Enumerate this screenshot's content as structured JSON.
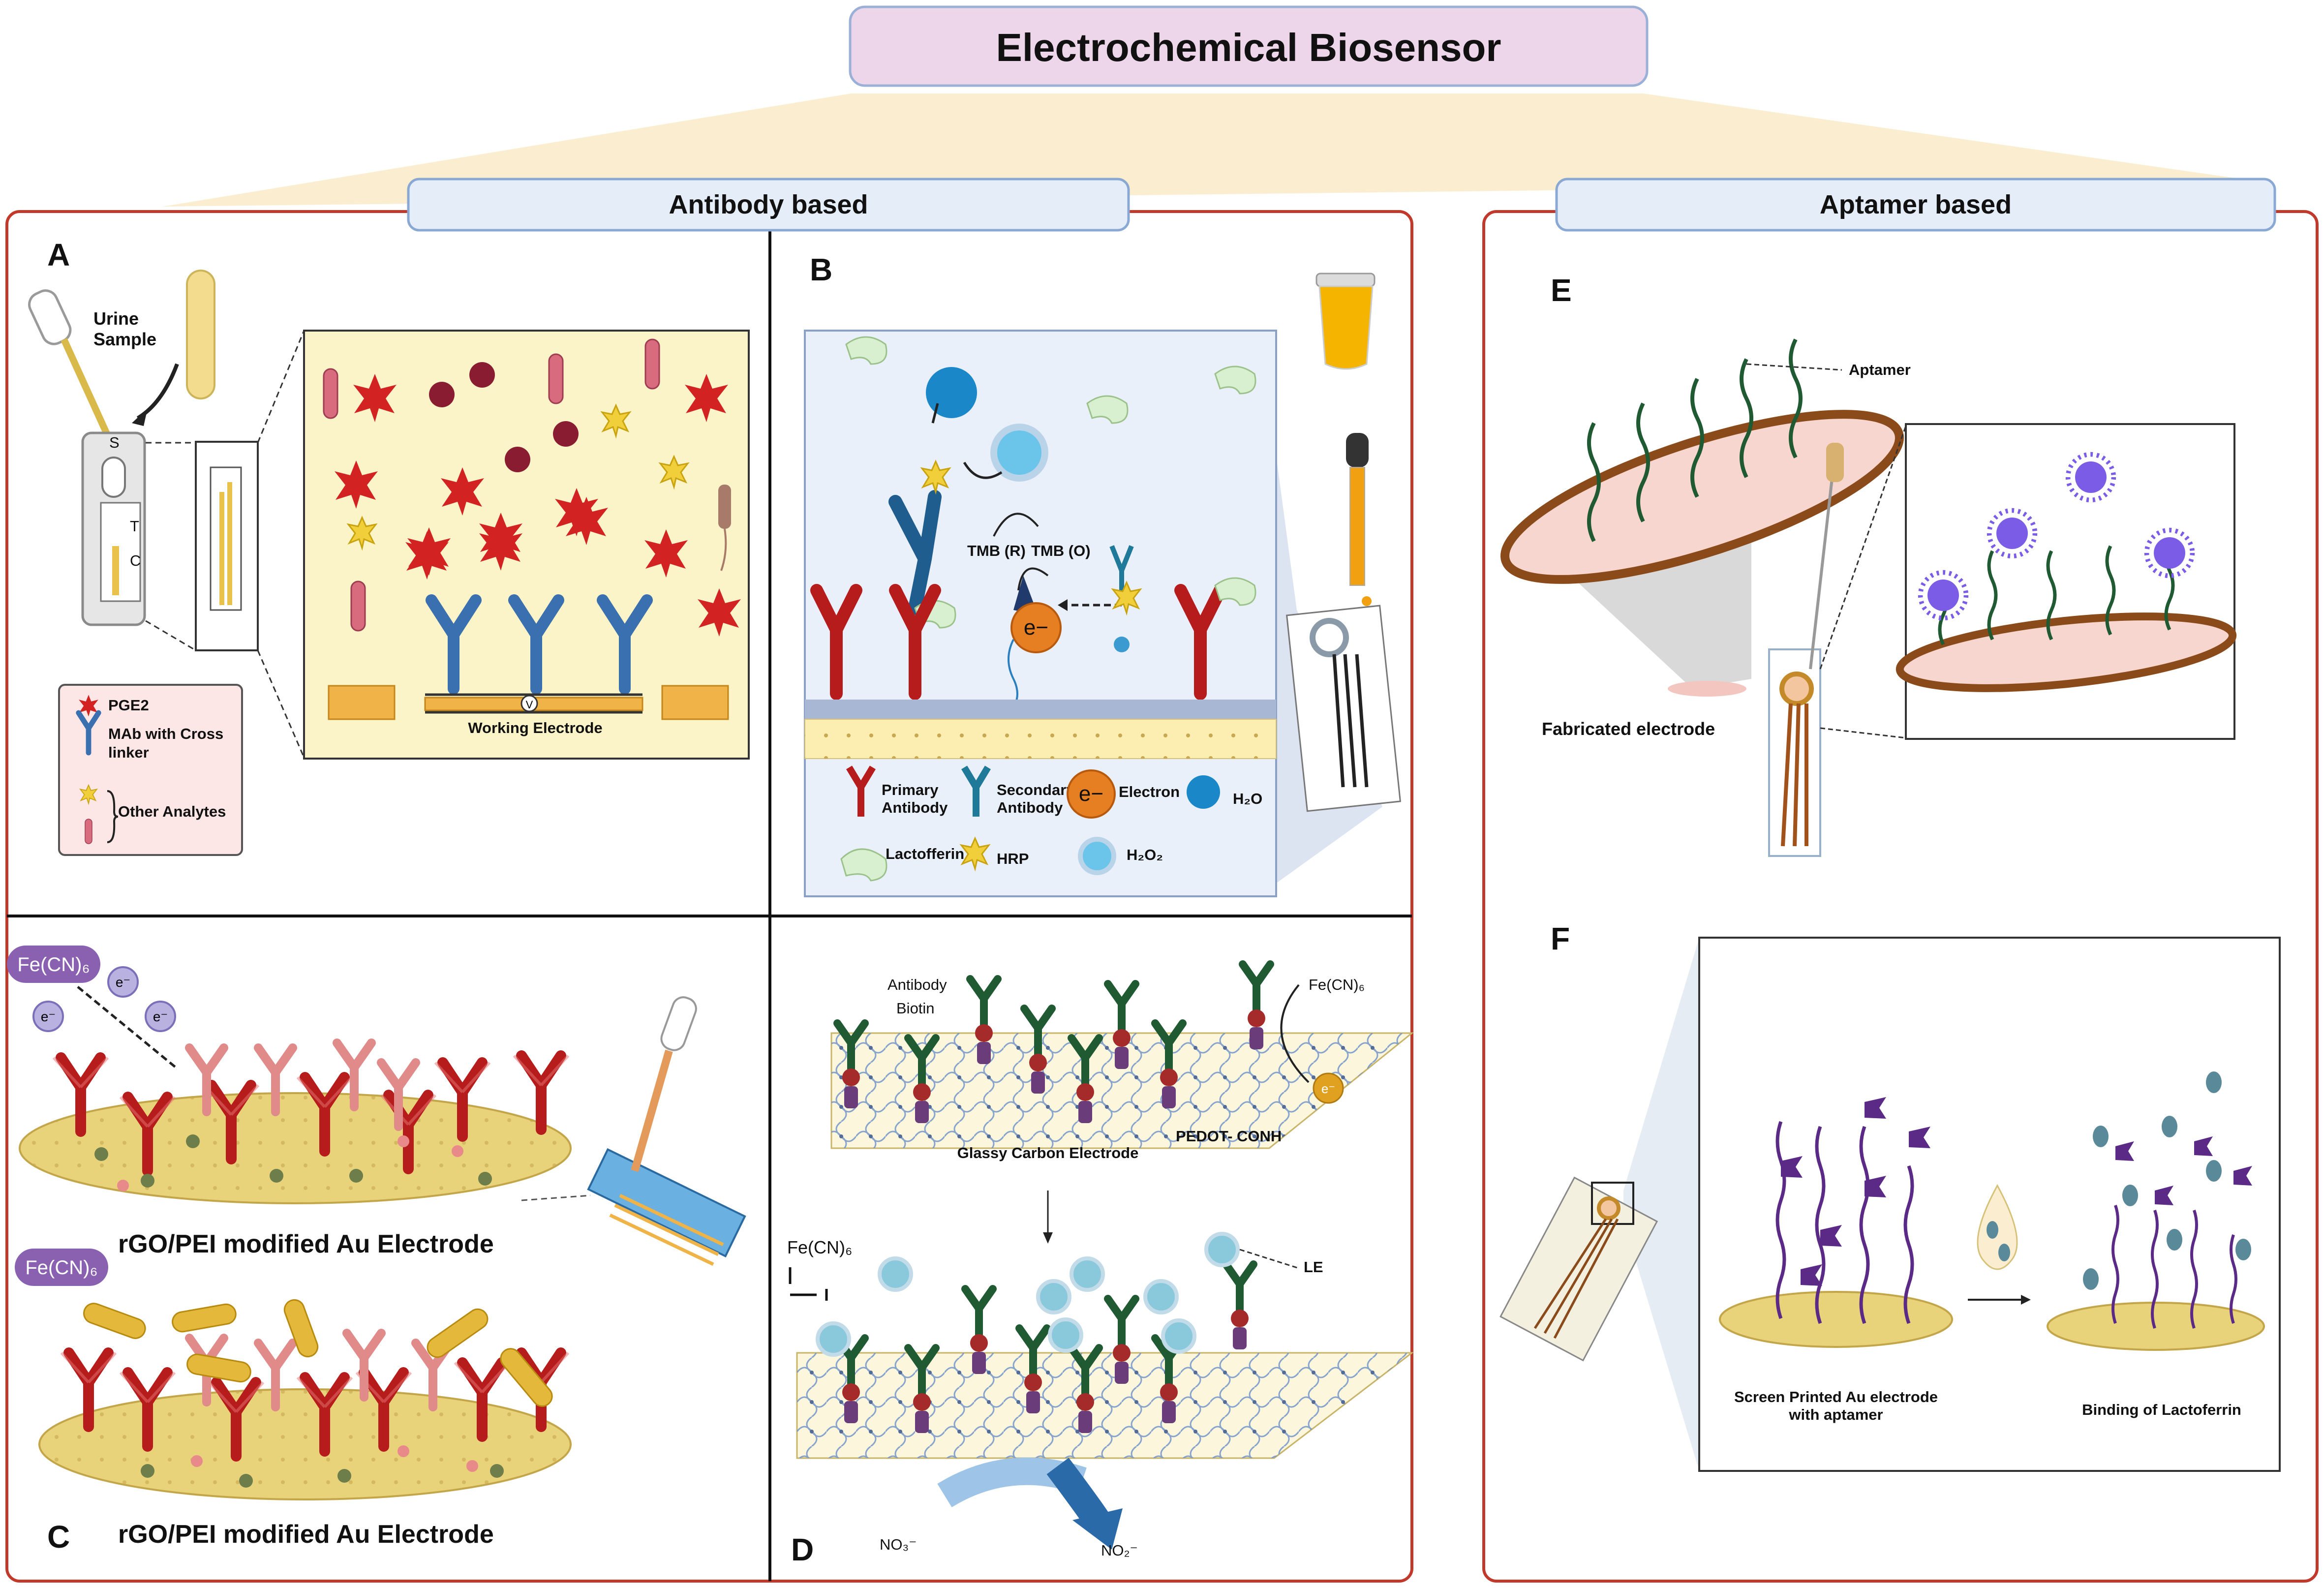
{
  "title": "Electrochemical Biosensor",
  "headers": {
    "antibody": "Antibody based",
    "aptamer": "Aptamer based"
  },
  "panels": {
    "A": {
      "letter": "A",
      "sample_label_1": "Urine",
      "sample_label_2": "Sample",
      "strip_marks": [
        "S",
        "T",
        "C"
      ],
      "electrode_label": "Working Electrode",
      "voltmeter": "V",
      "legend": {
        "pge2": "PGE2",
        "mab_1": "MAb with Cross",
        "mab_2": "linker",
        "other": "Other Analytes"
      }
    },
    "B": {
      "letter": "B",
      "tmb_r": "TMB (R)",
      "tmb_o": "TMB (O)",
      "electron": "e−",
      "legend": {
        "primary_1": "Primary",
        "primary_2": "Antibody",
        "secondary_1": "Secondary",
        "secondary_2": "Antibody",
        "electron_icon": "e−",
        "electron_label": "Electron",
        "h2o": "H₂O",
        "lactoferrin": "Lactofferin",
        "hrp": "HRP",
        "h2o2": "H₂O₂"
      }
    },
    "C": {
      "letter": "C",
      "ferricyanide": "Fe(CN)₆",
      "electron": "e⁻",
      "electrode_1": "rGO/PEI modified Au Electrode",
      "electrode_2": "rGO/PEI modified Au Electrode"
    },
    "D": {
      "letter": "D",
      "antibody": "Antibody",
      "biotin": "Biotin",
      "ferricyanide": "Fe(CN)₆",
      "electron": "e⁻",
      "glassy": "Glassy Carbon Electrode",
      "pedot": "PEDOT- CONH",
      "ferricyanide_2": "Fe(CN)₆",
      "le": "LE",
      "no3": "NO₃⁻",
      "no2": "NO₂⁻"
    },
    "E": {
      "letter": "E",
      "aptamer": "Aptamer",
      "fabricated": "Fabricated electrode"
    },
    "F": {
      "letter": "F",
      "screen_1": "Screen Printed Au electrode",
      "screen_2": "with aptamer",
      "binding": "Binding of Lactoferrin"
    }
  },
  "colors": {
    "title_box": "#eed6ea",
    "header_box": "#e4edf8",
    "panel_border": "#c0392b",
    "antibody_red": "#b71c1c",
    "antibody_blue": "#3a6fb0",
    "antibody_green": "#1f5a32",
    "aptamer_purple": "#5b2a86",
    "electrode_gold": "#e8d27a",
    "beam": "#fbeed0"
  }
}
